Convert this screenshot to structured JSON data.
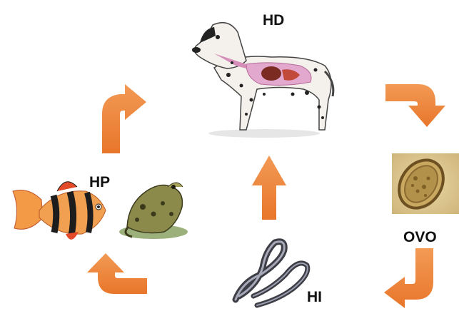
{
  "diagram": {
    "labels": {
      "definitive_host": "HD",
      "paratenic_host": "HP",
      "egg": "OVO",
      "intermediate_host": "HI"
    },
    "colors": {
      "arrow_orange": "#E8762A",
      "arrow_light": "#F29A55",
      "label_text": "#111111"
    },
    "icons": [
      "dog-icon",
      "egg-icon",
      "worm-icon",
      "fish-icon",
      "frog-icon"
    ]
  }
}
